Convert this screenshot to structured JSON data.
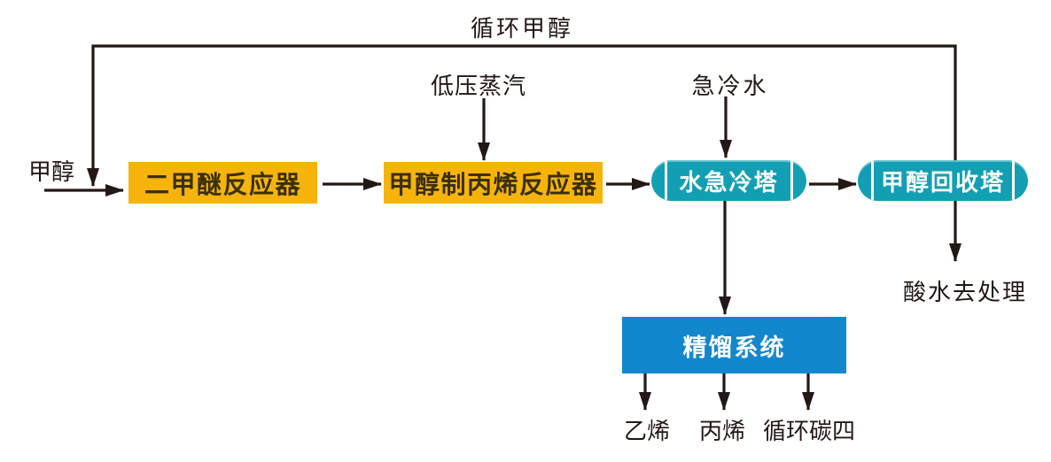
{
  "diagram": {
    "type": "process-flow",
    "colors": {
      "reactor_fill": "#F6B40A",
      "reactor_text": "#3A2F08",
      "tower_fill": "#129FB4",
      "system_fill": "#1287CE",
      "line": "#231815",
      "node_text_light": "#FFFFFF"
    },
    "nodes": {
      "dme_reactor": {
        "label": "二甲醚反应器",
        "shape": "rect"
      },
      "mtp_reactor": {
        "label": "甲醇制丙烯反应器",
        "shape": "rect"
      },
      "water_quench_tower": {
        "label": "水急冷塔",
        "shape": "capsule-vessel"
      },
      "methanol_recovery_tower": {
        "label": "甲醇回收塔",
        "shape": "capsule-vessel"
      },
      "distillation_system": {
        "label": "精馏系统",
        "shape": "rect"
      }
    },
    "streams": {
      "methanol_feed": {
        "label": "甲醇"
      },
      "recycle_methanol": {
        "label": "循环甲醇"
      },
      "lp_steam": {
        "label": "低压蒸汽"
      },
      "quench_water": {
        "label": "急冷水"
      },
      "sour_water": {
        "label": "酸水去处理"
      },
      "ethylene": {
        "label": "乙烯"
      },
      "propylene": {
        "label": "丙烯"
      },
      "recycle_c4": {
        "label": "循环碳四"
      }
    },
    "connections": [
      "甲醇 → 二甲醚反应器",
      "循环甲醇 → 二甲醚反应器",
      "二甲醚反应器 → 甲醇制丙烯反应器",
      "低压蒸汽 → 甲醇制丙烯反应器",
      "甲醇制丙烯反应器 → 水急冷塔",
      "急冷水 → 水急冷塔",
      "水急冷塔 → 甲醇回收塔",
      "水急冷塔 → 精馏系统",
      "甲醇回收塔 → 循环甲醇",
      "甲醇回收塔 → 酸水去处理",
      "精馏系统 → 乙烯",
      "精馏系统 → 丙烯",
      "精馏系统 → 循环碳四"
    ]
  }
}
